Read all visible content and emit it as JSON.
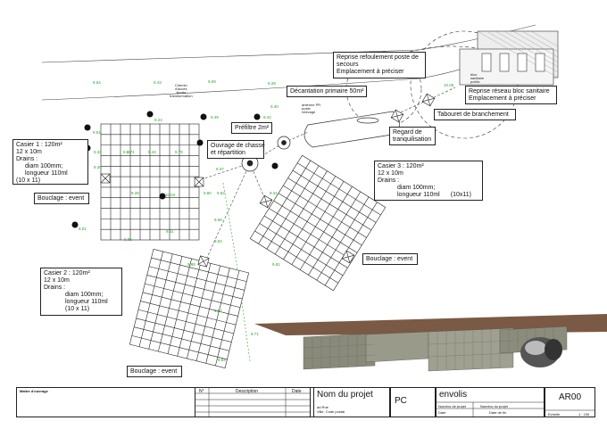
{
  "drawing": {
    "labels": {
      "reprise_refoulement": [
        "Reprise refoulement poste de",
        "secours",
        "Emplacement à préciser"
      ],
      "decantation": "Décantation primaire 50m²",
      "reprise_reseau": [
        "Reprise réseau bloc sanitaire",
        "Emplacement à préciser"
      ],
      "tabouret": "Tabouret de branchement",
      "regard": [
        "Regard de",
        "tranquilisation"
      ],
      "prefiltre": "Préfiltre 2m²",
      "ouvrage": [
        "Ouvrage de chasse",
        "et répartition"
      ],
      "casier1": [
        "Casier 1 : 120m²",
        "12 x 10m",
        "Drains :",
        "diam 100mm;",
        "longueur 110ml",
        "(10 x 11)"
      ],
      "casier2": [
        "Casier 2 : 120m²",
        "12 x 10m",
        "Drains :",
        "diam 100mm;",
        "longueur 110ml",
        "(10 x 11)"
      ],
      "casier3": [
        "Casier 3 : 120m²",
        "12 x 10m",
        "Drains :",
        "diam 100mm;",
        "longueur 110ml",
        "(10x11)"
      ],
      "bouclage1": "Bouclage : event",
      "bouclage2": "Bouclage : event",
      "bouclage3": "Bouclage : event",
      "chemin": [
        "Chemin",
        "d'accès",
        "Accès",
        "transformation"
      ],
      "bloc": [
        "bloc",
        "sanitaire",
        "public"
      ],
      "pr": [
        "antenne PR",
        "poste",
        "relevage"
      ]
    },
    "levels": [
      "9.64",
      "9.43",
      "9.09",
      "9.28",
      "10.05",
      "9.24",
      "9.49",
      "9.42",
      "9.51",
      "9.33",
      "9.71",
      "9.37",
      "9.79",
      "9.80",
      "9.82",
      "9.31",
      "9.30",
      "9.28",
      "10.04",
      "9.68",
      "9.93",
      "9.88",
      "9.91",
      "9.62",
      "9.71",
      "9.84",
      "9.85",
      "9.51",
      "9.01",
      "9.23",
      "9.43",
      "9.40"
    ]
  },
  "title_block": {
    "architect": "Maître d'ouvrage",
    "col_no": "N°",
    "col_desc": "Description",
    "col_date": "Date",
    "project_name": "Nom du projet",
    "address": [
      "ad Rue",
      "Ville, Code postal"
    ],
    "phase": "PC",
    "company": "envolis",
    "project_no_label": "Numéro de projet",
    "project_no_value": "Numéro du projet",
    "date_label": "Date",
    "date_value": "Date de fin",
    "drawing_no": "AR00",
    "scale_label": "Echelle",
    "scale_value": "1 : 150"
  }
}
